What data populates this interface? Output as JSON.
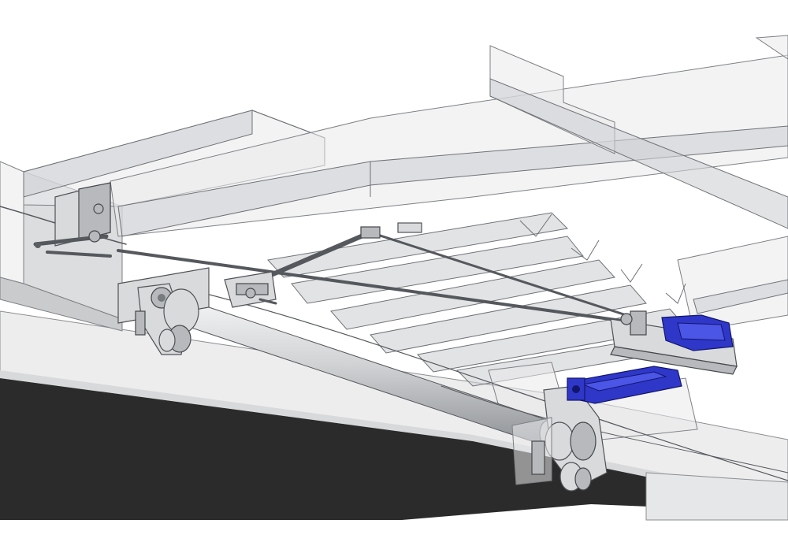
{
  "diagram": {
    "description_free": true,
    "colors": {
      "background": "#ffffff",
      "ghost_structure": "#e9eaeb",
      "metal": "#d9dadc",
      "actuator_blue": "#2f37c9",
      "floor_dark": "#2b2b2b"
    },
    "parts": [
      "left-bearing-block",
      "right-bearing-block",
      "main-shaft",
      "control-rod",
      "hand-lever",
      "linear-actuator",
      "actuator-bracket",
      "hopper-structure",
      "floor-slab"
    ]
  }
}
